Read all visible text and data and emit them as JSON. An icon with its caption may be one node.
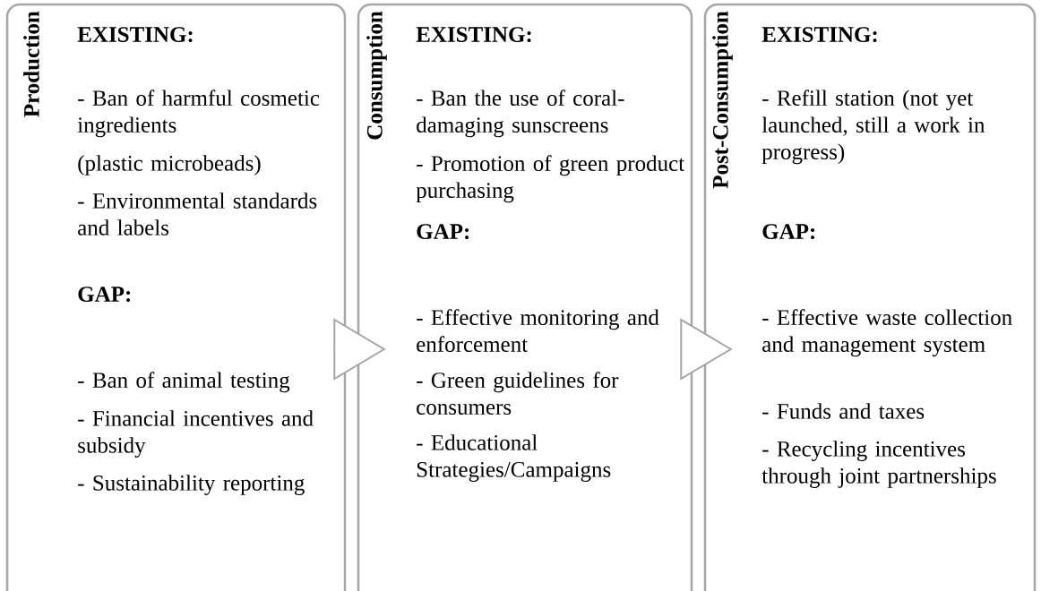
{
  "diagram": {
    "nodes": [
      {
        "text": [
          "Production",
          "EXISTING:",
          "- Ban of harmful cosmetic ingredients",
          "(plastic microbeads)",
          "- Environmental standards and labels",
          "GAP:",
          "- Ban of animal testing",
          "- Financial incentives and subsidy",
          "- Sustainability reporting"
        ]
      },
      {
        "text": [
          "Consumption",
          "EXISTING:",
          "- Ban the use of coral-damaging sunscreens",
          "- Promotion of green product purchasing",
          "GAP:",
          "- Effective monitoring and enforcement",
          "- Green guidelines for consumers",
          "- Educational Strategies/Campaigns"
        ]
      },
      {
        "text": [
          "Post-Consumption",
          "EXISTING:",
          "- Refill station (not yet launched, still a work in progress)",
          "GAP:",
          "- Effective waste collection and management system",
          "- Funds and taxes",
          "- Recycling incentives through joint partnerships"
        ]
      }
    ],
    "edges": [
      {
        "from": 0,
        "to": 1,
        "arrow": "to"
      },
      {
        "from": 1,
        "to": 2,
        "arrow": "to"
      }
    ]
  }
}
